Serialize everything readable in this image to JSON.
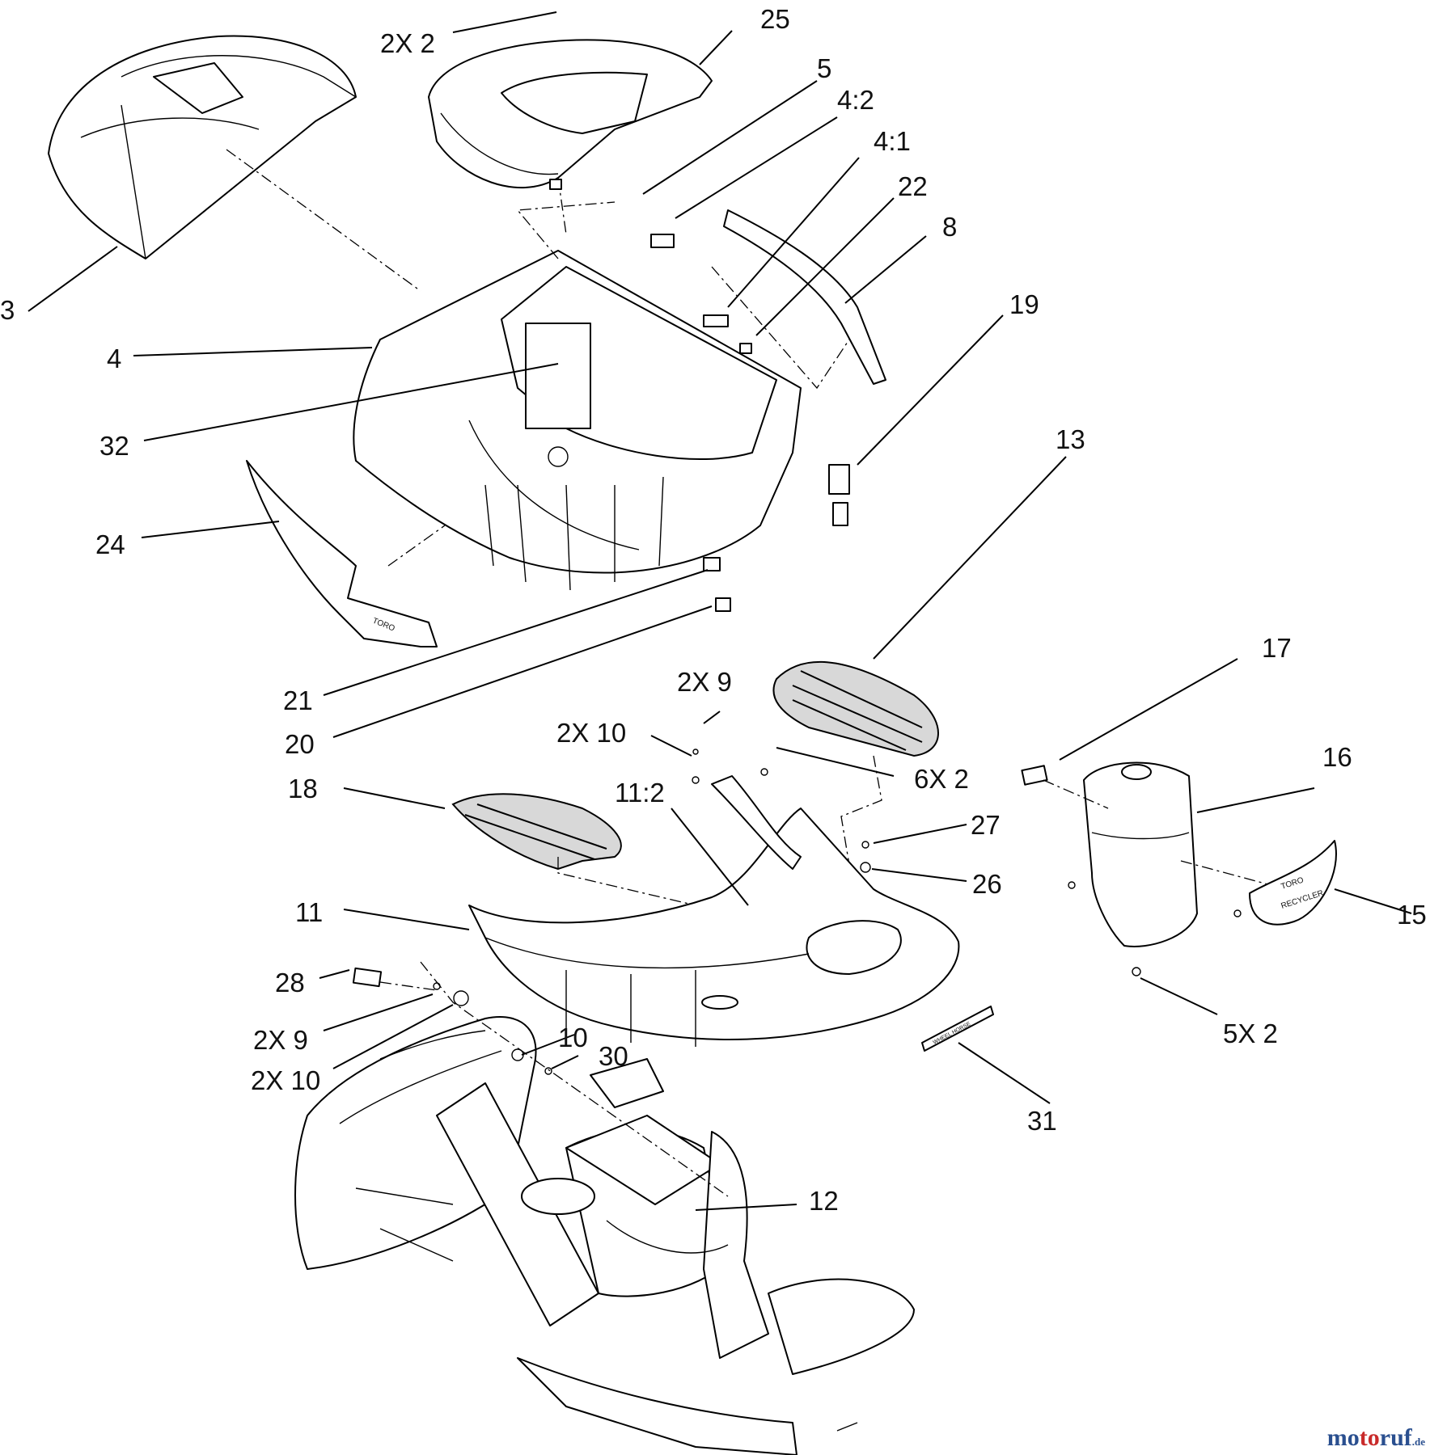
{
  "callouts": [
    {
      "id": "c-2x2-top",
      "text": "2X 2"
    },
    {
      "id": "c-25",
      "text": "25"
    },
    {
      "id": "c-5",
      "text": "5"
    },
    {
      "id": "c-4-2",
      "text": "4:2"
    },
    {
      "id": "c-4-1",
      "text": "4:1"
    },
    {
      "id": "c-22",
      "text": "22"
    },
    {
      "id": "c-8",
      "text": "8"
    },
    {
      "id": "c-3",
      "text": "3"
    },
    {
      "id": "c-4",
      "text": "4"
    },
    {
      "id": "c-19",
      "text": "19"
    },
    {
      "id": "c-32",
      "text": "32"
    },
    {
      "id": "c-13",
      "text": "13"
    },
    {
      "id": "c-24",
      "text": "24"
    },
    {
      "id": "c-17",
      "text": "17"
    },
    {
      "id": "c-21",
      "text": "21"
    },
    {
      "id": "c-2x9-mid",
      "text": "2X 9"
    },
    {
      "id": "c-16",
      "text": "16"
    },
    {
      "id": "c-20",
      "text": "20"
    },
    {
      "id": "c-2x10-mid",
      "text": "2X 10"
    },
    {
      "id": "c-6x2",
      "text": "6X 2"
    },
    {
      "id": "c-18",
      "text": "18"
    },
    {
      "id": "c-11-2",
      "text": "11:2"
    },
    {
      "id": "c-27",
      "text": "27"
    },
    {
      "id": "c-26",
      "text": "26"
    },
    {
      "id": "c-11",
      "text": "11"
    },
    {
      "id": "c-15",
      "text": "15"
    },
    {
      "id": "c-28",
      "text": "28"
    },
    {
      "id": "c-5x2",
      "text": "5X 2"
    },
    {
      "id": "c-2x9-low",
      "text": "2X 9"
    },
    {
      "id": "c-10",
      "text": "10"
    },
    {
      "id": "c-30",
      "text": "30"
    },
    {
      "id": "c-2x10-low",
      "text": "2X 10"
    },
    {
      "id": "c-31",
      "text": "31"
    },
    {
      "id": "c-12",
      "text": "12"
    }
  ],
  "decals": {
    "toro_strip": "TORO",
    "toro_badge": "TORO",
    "recycler_badge": "RECYCLER",
    "model_plate": "WHEEL HORSE"
  },
  "watermark": {
    "mo": "mo",
    "to": "to",
    "ruf": "ruf",
    "de": ".de"
  }
}
